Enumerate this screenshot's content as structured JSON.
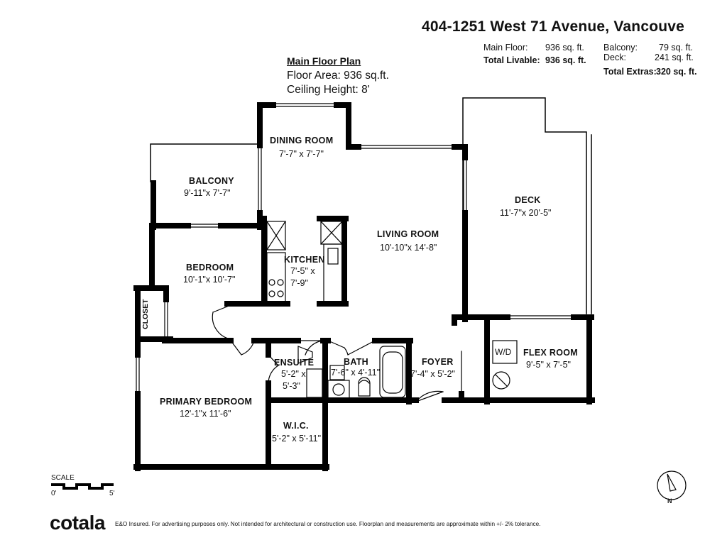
{
  "address": "404-1251 West 71 Avenue, Vancouve",
  "areas": {
    "main_floor_label": "Main Floor:",
    "main_floor_value": "936 sq. ft.",
    "total_livable_label": "Total Livable:",
    "total_livable_value": "936 sq. ft.",
    "balcony_label": "Balcony:",
    "balcony_value": "79 sq. ft.",
    "deck_label": "Deck:",
    "deck_value": "241 sq. ft.",
    "total_extras_label": "Total Extras:",
    "total_extras_value": "320 sq. ft."
  },
  "plan": {
    "title": "Main Floor Plan",
    "floor_area": "Floor Area: 936 sq.ft.",
    "ceiling_height": "Ceiling Height: 8'"
  },
  "rooms": {
    "dining": {
      "name": "DINING ROOM",
      "dim": "7'-7\" x 7'-7\""
    },
    "balcony": {
      "name": "BALCONY",
      "dim": "9'-11\"x 7'-7\""
    },
    "deck": {
      "name": "DECK",
      "dim": "11'-7\"x 20'-5\""
    },
    "living": {
      "name": "LIVING ROOM",
      "dim": "10'-10\"x 14'-8\""
    },
    "kitchen": {
      "name": "KITCHEN",
      "dim1": "7'-5\" x",
      "dim2": "7'-9\""
    },
    "bedroom": {
      "name": "BEDROOM",
      "dim": "10'-1\"x 10'-7\""
    },
    "closet": {
      "name": "CLOSET"
    },
    "ensuite": {
      "name": "ENSUITE",
      "dim1": "5'-2\" x",
      "dim2": "5'-3\""
    },
    "bath": {
      "name": "BATH",
      "dim": "7'-6\" x 4'-11\""
    },
    "foyer": {
      "name": "FOYER",
      "dim": "7'-4\" x 5'-2\""
    },
    "flex": {
      "name": "FLEX ROOM",
      "dim": "9'-5\" x 7'-5\""
    },
    "wd": {
      "name": "W/D"
    },
    "primary": {
      "name": "PRIMARY BEDROOM",
      "dim": "12'-1\"x 11'-6\""
    },
    "wic": {
      "name": "W.I.C.",
      "dim": "5'-2\" x 5'-11\""
    }
  },
  "scale": {
    "label": "SCALE",
    "start": "0'",
    "end": "5'"
  },
  "compass": {
    "label": "N"
  },
  "footer": {
    "brand": "cotala",
    "disclaimer": "E&O Insured. For advertising purposes only. Not intended for architectural or construction use. Floorplan and measurements are approximate within +/- 2% tolerance."
  }
}
